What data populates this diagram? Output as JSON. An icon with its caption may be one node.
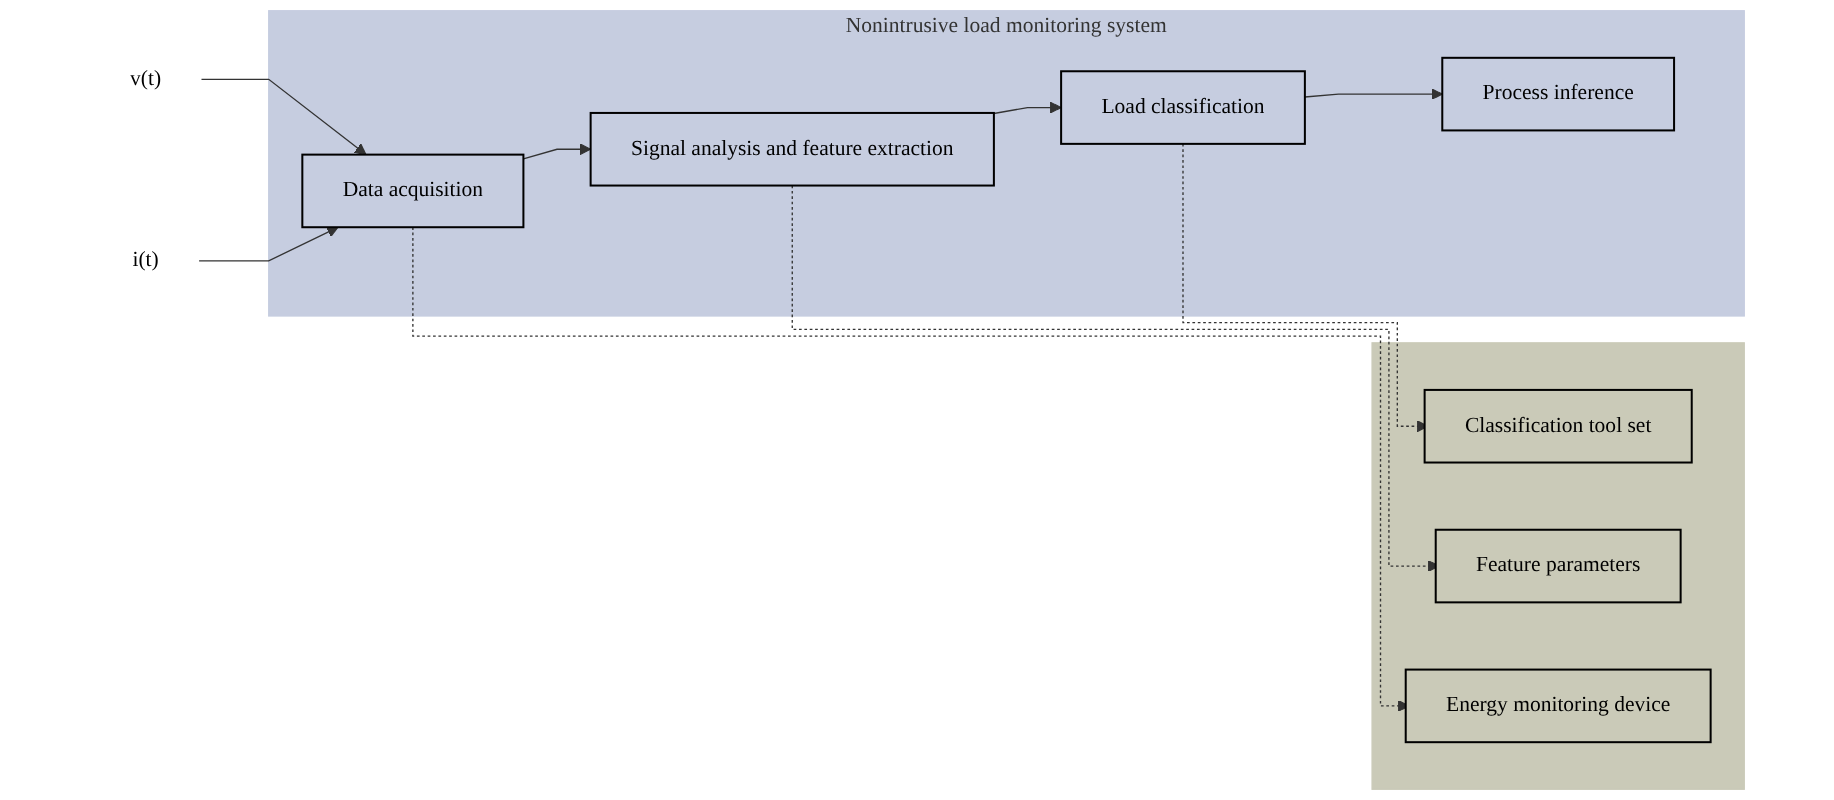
{
  "diagram": {
    "nodes": [
      {
        "text": [
          "v(t)"
        ]
      },
      {
        "text": [
          "i(t)"
        ]
      },
      {
        "text": [
          "Nonintrusive load monitoring system"
        ]
      },
      {
        "text": [
          "Data acquisition"
        ],
        "in": 2
      },
      {
        "text": [
          "Signal analysis and feature extraction"
        ],
        "in": 2
      },
      {
        "text": [
          "Load classification"
        ],
        "in": 2
      },
      {
        "text": [
          "Process inference"
        ],
        "in": 2
      },
      {
        "text": [],
        "shape": "box"
      },
      {
        "text": [
          "Energy monitoring device"
        ],
        "in": 7
      },
      {
        "text": [
          "Feature parameters"
        ],
        "in": 7
      },
      {
        "text": [
          "Classification tool set"
        ],
        "in": 7
      }
    ],
    "edges": [
      {
        "from": 0,
        "to": 3,
        "arrow": "to"
      },
      {
        "from": 1,
        "to": 3,
        "arrow": "to"
      },
      {
        "from": 3,
        "to": 4,
        "arrow": "to"
      },
      {
        "from": 4,
        "to": 5,
        "arrow": "to"
      },
      {
        "from": 5,
        "to": 6,
        "arrow": "to"
      },
      {
        "from": 3,
        "to": 8,
        "arrow": "to",
        "style": "dashed"
      },
      {
        "from": 4,
        "to": 9,
        "arrow": "to",
        "style": "dashed"
      },
      {
        "from": 5,
        "to": 10,
        "arrow": "to",
        "style": "dashed"
      }
    ]
  }
}
